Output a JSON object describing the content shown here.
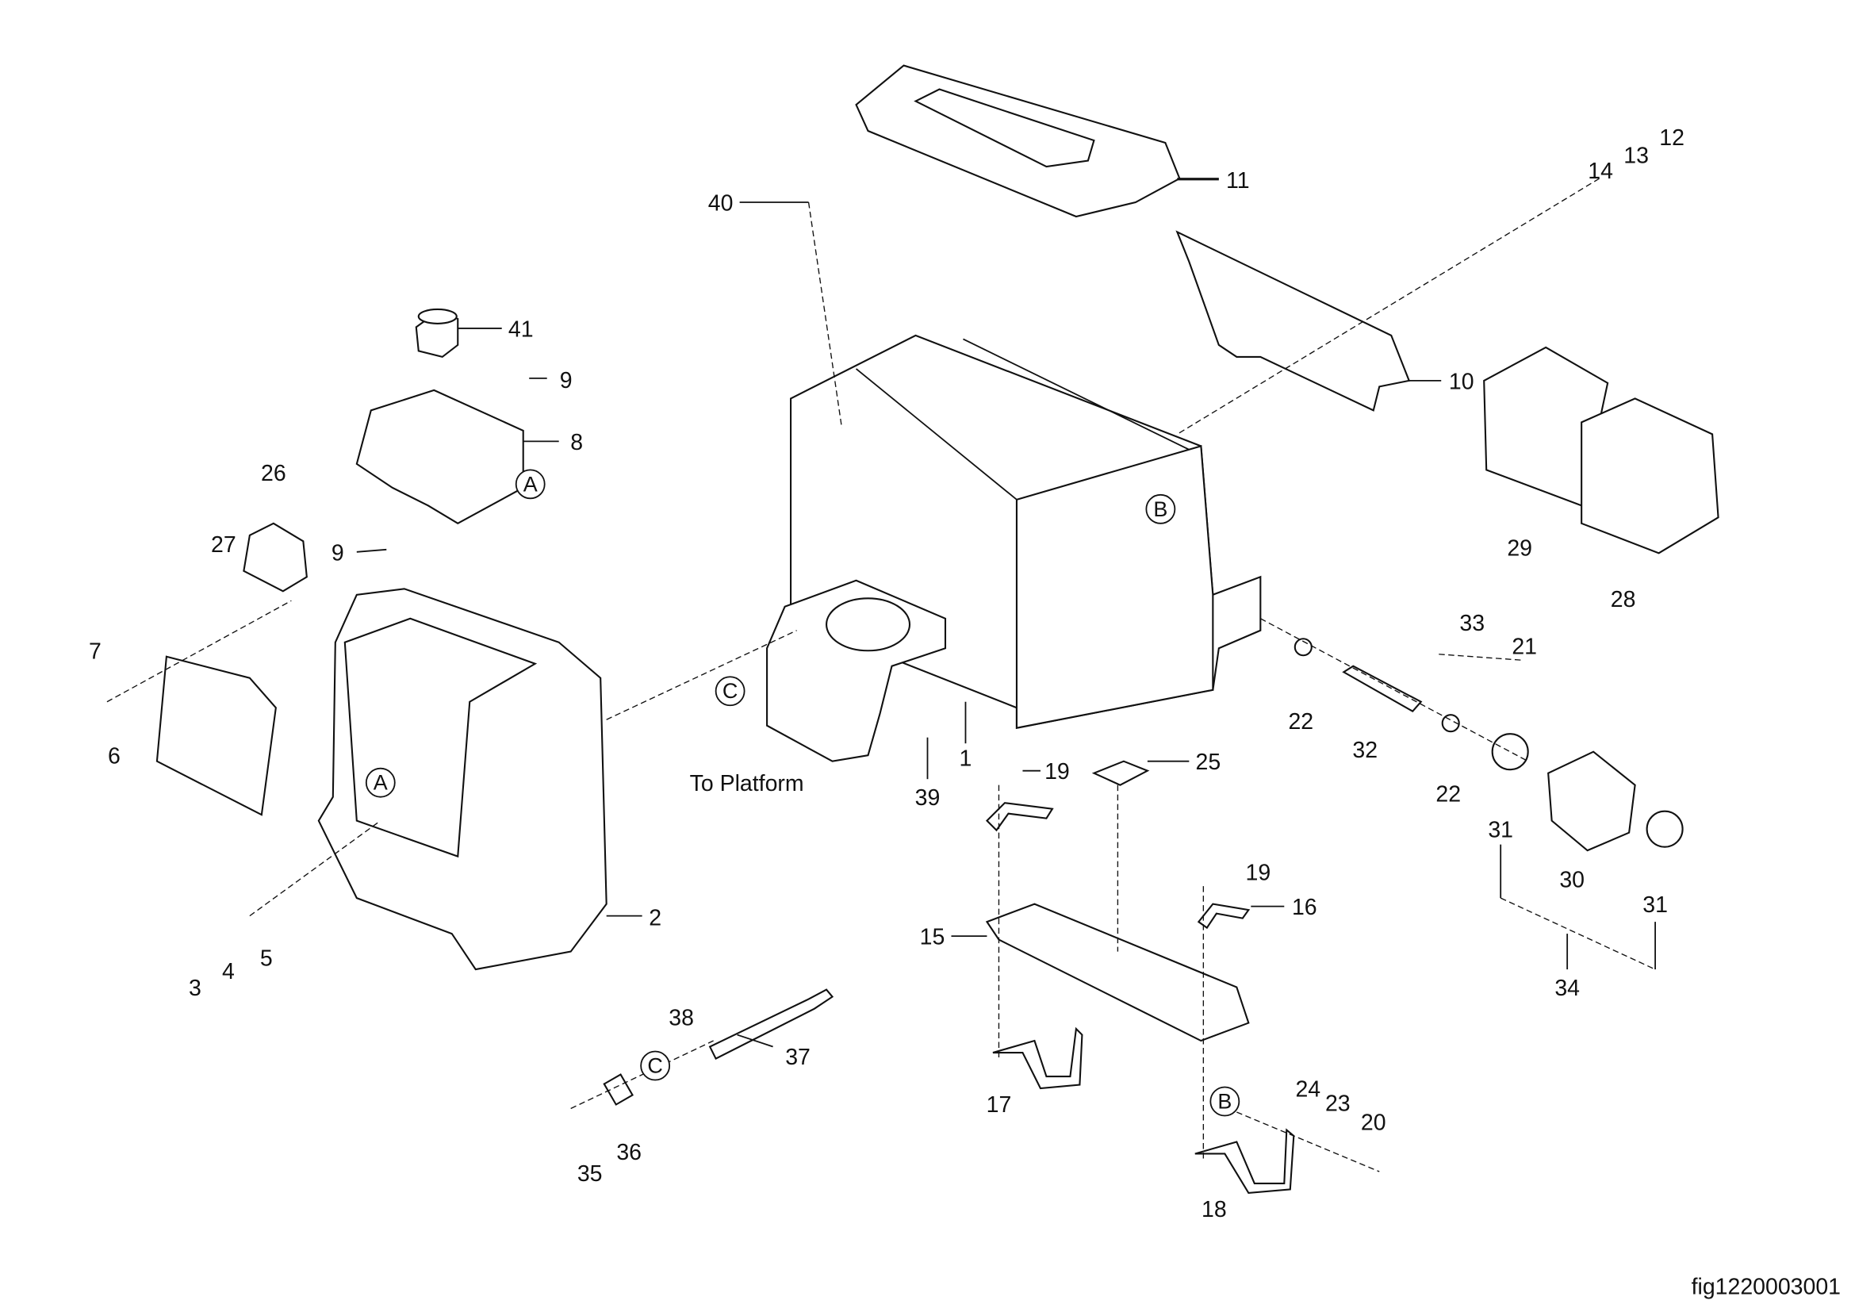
{
  "figure_id": "fig1220003001",
  "note": "To Platform",
  "callouts": [
    "40",
    "11",
    "14",
    "13",
    "12",
    "41",
    "9",
    "8",
    "26",
    "27",
    "9",
    "10",
    "29",
    "28",
    "7",
    "6",
    "33",
    "21",
    "22",
    "32",
    "22",
    "1",
    "19",
    "25",
    "39",
    "31",
    "30",
    "31",
    "19",
    "16",
    "15",
    "2",
    "3",
    "4",
    "5",
    "34",
    "38",
    "37",
    "17",
    "24",
    "23",
    "20",
    "36",
    "35",
    "18"
  ],
  "reference_markers": [
    "A",
    "A",
    "B",
    "B",
    "C",
    "C"
  ]
}
